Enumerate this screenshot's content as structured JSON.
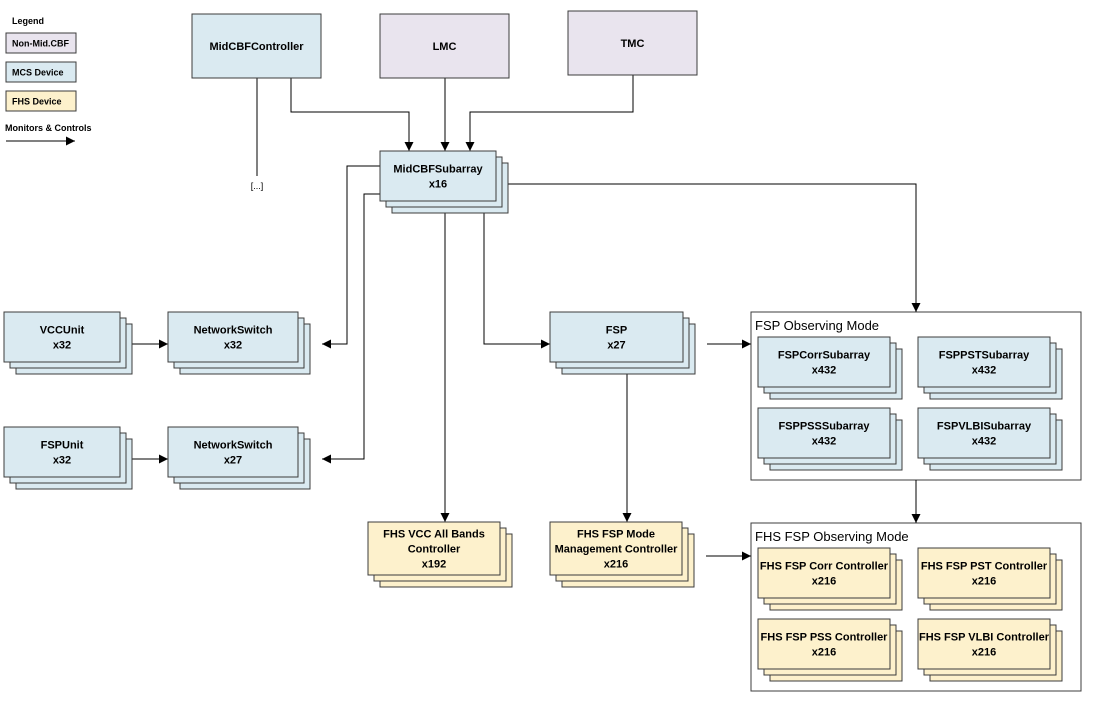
{
  "colors": {
    "non_mid_cbf": "#e9e4ee",
    "mcs_device": "#daeaf1",
    "fhs_device": "#fdf1cc",
    "stroke": "#3c3c3c",
    "edge": "#000000"
  },
  "legend": {
    "title": "Legend",
    "items": [
      {
        "label": "Non-Mid.CBF",
        "kind": "non_mid_cbf"
      },
      {
        "label": "MCS Device",
        "kind": "mcs_device"
      },
      {
        "label": "FHS Device",
        "kind": "fhs_device"
      }
    ],
    "arrow_label": "Monitors & Controls"
  },
  "nodes": [
    {
      "id": "midcbfcontroller",
      "lines": [
        "MidCBFController"
      ],
      "kind": "mcs_device",
      "stacked": false
    },
    {
      "id": "lmc",
      "lines": [
        "LMC"
      ],
      "kind": "non_mid_cbf",
      "stacked": false
    },
    {
      "id": "tmc",
      "lines": [
        "TMC"
      ],
      "kind": "non_mid_cbf",
      "stacked": false
    },
    {
      "id": "midcbfsubarray",
      "lines": [
        "MidCBFSubarray",
        "x16"
      ],
      "kind": "mcs_device",
      "stacked": true
    },
    {
      "id": "vccunit",
      "lines": [
        "VCCUnit",
        "x32"
      ],
      "kind": "mcs_device",
      "stacked": true
    },
    {
      "id": "networkswitch-32",
      "lines": [
        "NetworkSwitch",
        "x32"
      ],
      "kind": "mcs_device",
      "stacked": true
    },
    {
      "id": "fspunit",
      "lines": [
        "FSPUnit",
        "x32"
      ],
      "kind": "mcs_device",
      "stacked": true
    },
    {
      "id": "networkswitch-27",
      "lines": [
        "NetworkSwitch",
        "x27"
      ],
      "kind": "mcs_device",
      "stacked": true
    },
    {
      "id": "fsp",
      "lines": [
        "FSP",
        "x27"
      ],
      "kind": "mcs_device",
      "stacked": true
    },
    {
      "id": "fspcorrsubarray",
      "lines": [
        "FSPCorrSubarray",
        "x432"
      ],
      "kind": "mcs_device",
      "stacked": true
    },
    {
      "id": "fsppstsubarray",
      "lines": [
        "FSPPSTSubarray",
        "x432"
      ],
      "kind": "mcs_device",
      "stacked": true
    },
    {
      "id": "fsppsssubarray",
      "lines": [
        "FSPPSSSubarray",
        "x432"
      ],
      "kind": "mcs_device",
      "stacked": true
    },
    {
      "id": "fspvlbisubarray",
      "lines": [
        "FSPVLBISubarray",
        "x432"
      ],
      "kind": "mcs_device",
      "stacked": true
    },
    {
      "id": "fhs-vcc-all-bands-controller",
      "lines": [
        "FHS VCC All Bands",
        "Controller",
        "x192"
      ],
      "kind": "fhs_device",
      "stacked": true
    },
    {
      "id": "fhs-fsp-mode-management-controller",
      "lines": [
        "FHS FSP Mode",
        "Management Controller",
        "x216"
      ],
      "kind": "fhs_device",
      "stacked": true
    },
    {
      "id": "fhs-fsp-corr-controller",
      "lines": [
        "FHS FSP Corr Controller",
        "x216"
      ],
      "kind": "fhs_device",
      "stacked": true
    },
    {
      "id": "fhs-fsp-pst-controller",
      "lines": [
        "FHS FSP PST Controller",
        "x216"
      ],
      "kind": "fhs_device",
      "stacked": true
    },
    {
      "id": "fhs-fsp-pss-controller",
      "lines": [
        "FHS FSP PSS Controller",
        "x216"
      ],
      "kind": "fhs_device",
      "stacked": true
    },
    {
      "id": "fhs-fsp-vlbi-controller",
      "lines": [
        "FHS FSP VLBI Controller",
        "x216"
      ],
      "kind": "fhs_device",
      "stacked": true
    }
  ],
  "groups": [
    {
      "id": "fsp-observing-mode",
      "title": "FSP Observing Mode"
    },
    {
      "id": "fhs-fsp-observing-mode",
      "title": "FHS FSP Observing Mode"
    }
  ],
  "annotations": [
    {
      "id": "ellipsis",
      "text": "[...]"
    }
  ],
  "edges": [
    {
      "from": "midcbfcontroller",
      "to": "midcbfsubarray"
    },
    {
      "from": "midcbfcontroller",
      "to": "ellipsis"
    },
    {
      "from": "lmc",
      "to": "midcbfsubarray"
    },
    {
      "from": "tmc",
      "to": "midcbfsubarray"
    },
    {
      "from": "midcbfsubarray",
      "to": "networkswitch-32"
    },
    {
      "from": "midcbfsubarray",
      "to": "networkswitch-27"
    },
    {
      "from": "midcbfsubarray",
      "to": "fhs-vcc-all-bands-controller"
    },
    {
      "from": "midcbfsubarray",
      "to": "fsp"
    },
    {
      "from": "midcbfsubarray",
      "to": "fsp-observing-mode"
    },
    {
      "from": "vccunit",
      "to": "networkswitch-32"
    },
    {
      "from": "fspunit",
      "to": "networkswitch-27"
    },
    {
      "from": "fsp",
      "to": "fsp-observing-mode"
    },
    {
      "from": "fsp",
      "to": "fhs-fsp-mode-management-controller"
    },
    {
      "from": "fsp-observing-mode",
      "to": "fhs-fsp-observing-mode"
    },
    {
      "from": "fhs-fsp-mode-management-controller",
      "to": "fhs-fsp-observing-mode"
    }
  ]
}
